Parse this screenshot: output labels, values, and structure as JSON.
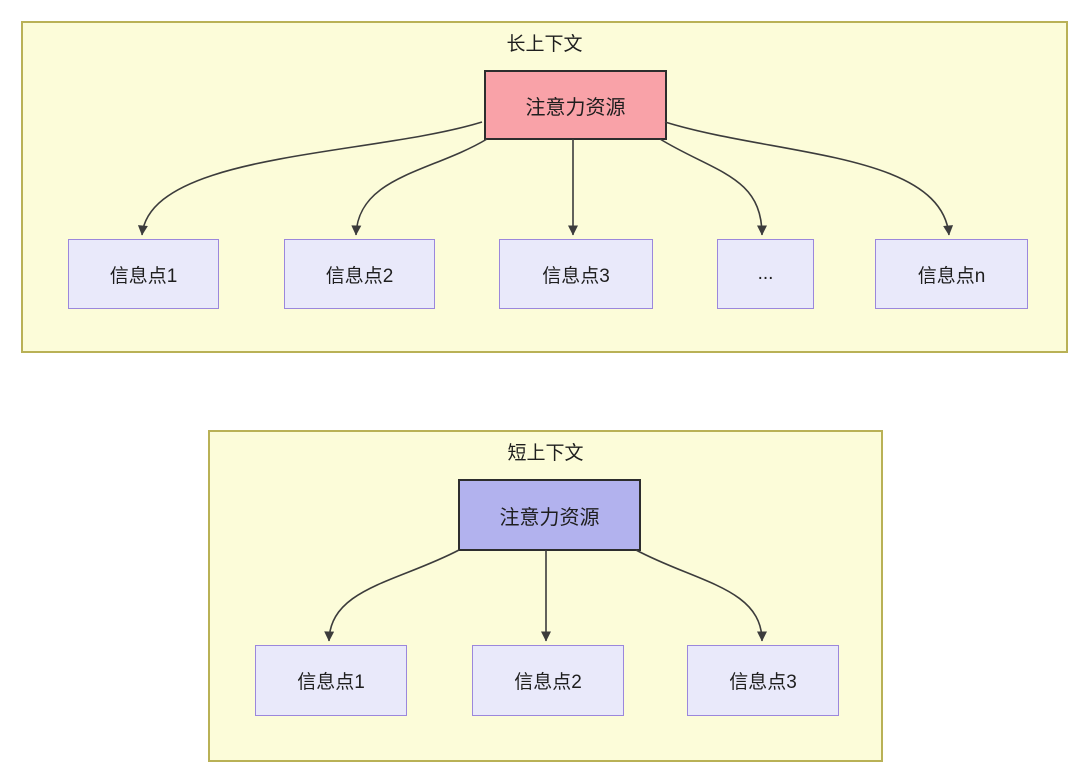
{
  "long_context": {
    "title": "长上下文",
    "root": {
      "label": "注意力资源",
      "fill": "#f9a2a8",
      "border": "#2d2d2d"
    },
    "children": [
      {
        "label": "信息点1"
      },
      {
        "label": "信息点2"
      },
      {
        "label": "信息点3"
      },
      {
        "label": "..."
      },
      {
        "label": "信息点n"
      }
    ]
  },
  "short_context": {
    "title": "短上下文",
    "root": {
      "label": "注意力资源",
      "fill": "#b2b2ee",
      "border": "#2d2d2d"
    },
    "children": [
      {
        "label": "信息点1"
      },
      {
        "label": "信息点2"
      },
      {
        "label": "信息点3"
      }
    ]
  },
  "colors": {
    "panel_fill": "#fcfcd9",
    "panel_border": "#b9b156",
    "info_node_fill": "#e9e9fa",
    "info_node_border": "#9b87dc",
    "arrow": "#3c3c3c",
    "text": "#1e1e1e",
    "page_background": "#ffffff"
  }
}
